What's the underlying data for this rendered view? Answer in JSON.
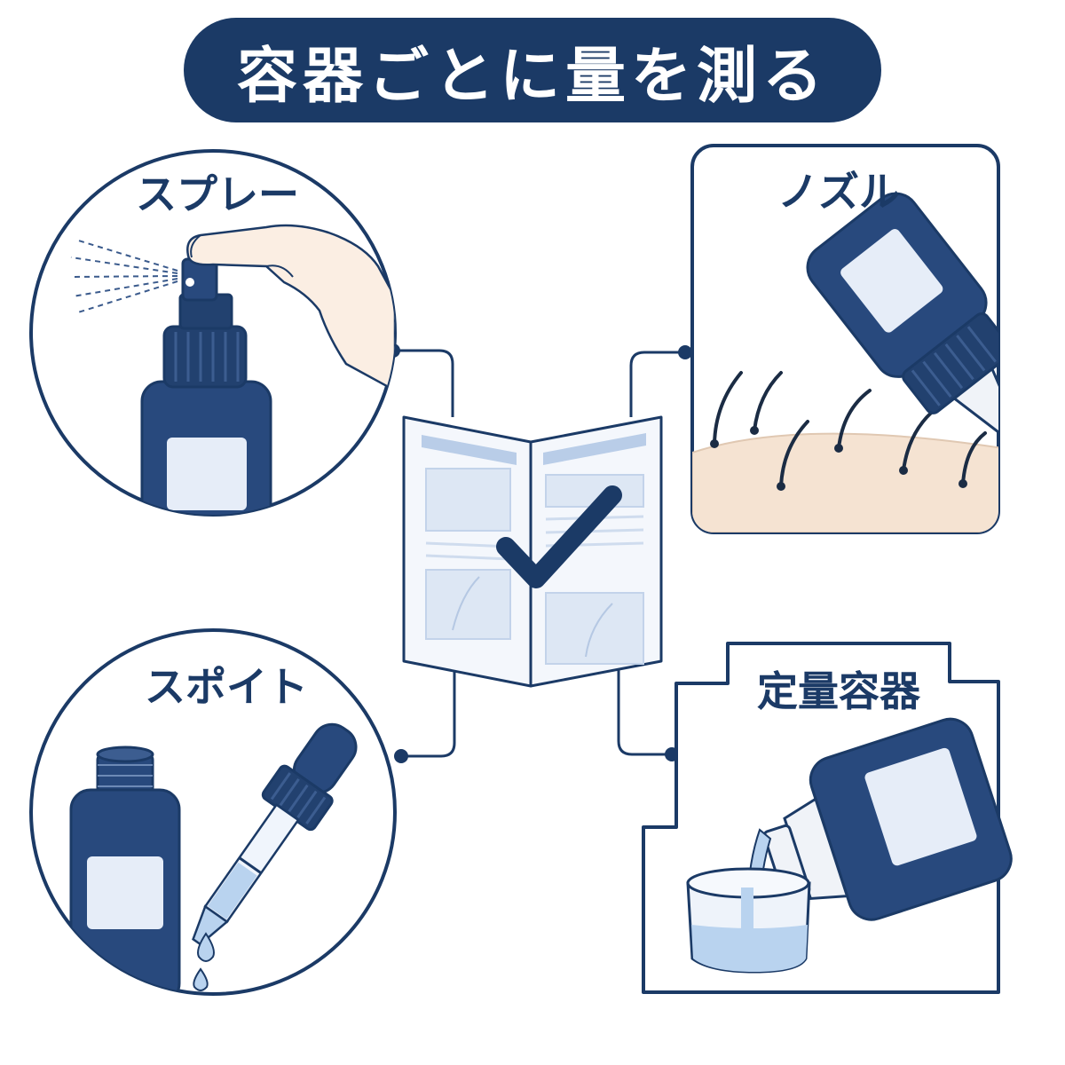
{
  "title": "容器ごとに量を測る",
  "panels": {
    "spray": {
      "label": "スプレー"
    },
    "nozzle": {
      "label": "ノズル"
    },
    "dropper": {
      "label": "スポイト"
    },
    "measuring": {
      "label": "定量容器"
    }
  },
  "colors": {
    "navy": "#1b3a66",
    "bottle": "#28497d",
    "skin": "#f5e3d2",
    "liquid": "#b9d3ef",
    "label": "#e6edf8"
  }
}
